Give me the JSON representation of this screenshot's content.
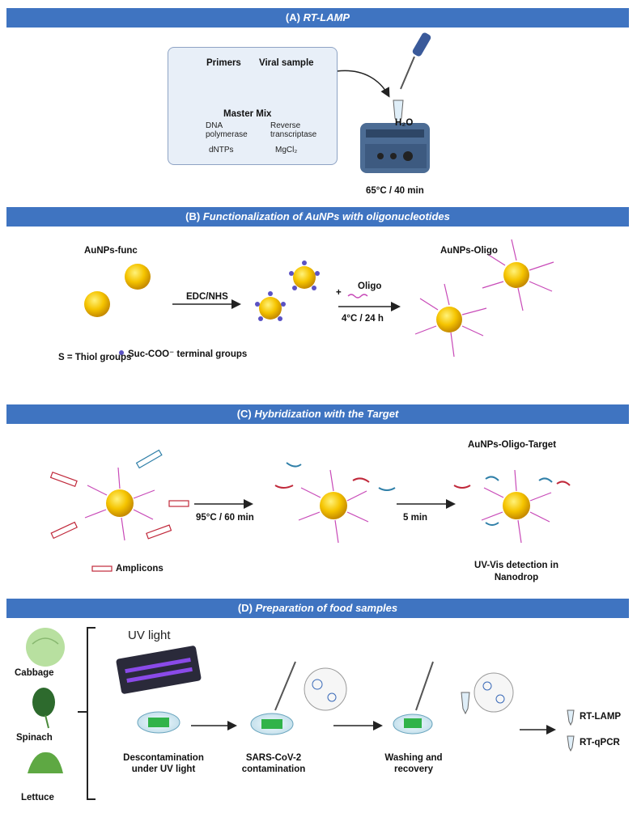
{
  "section_a": {
    "prefix": "(A) ",
    "title": "RT-LAMP"
  },
  "box": {
    "primers": "Primers",
    "viral_sample": "Viral sample",
    "master_mix": "Master Mix",
    "dna_polymerase": "DNA polymerase",
    "reverse_transcriptase": "Reverse transcriptase",
    "dntps": "dNTPs",
    "mgcl2": "MgCl₂"
  },
  "h2o": "H₂O",
  "incubation": "65°C / 40 min",
  "section_b": {
    "prefix": "(B) ",
    "title": "Functionalization of AuNPs with oligonucleotides"
  },
  "b": {
    "aunps_func": "AuNPs-func",
    "edc_nhs": "EDC/NHS",
    "thiol": "S = Thiol groups",
    "suc_coo": "Suc-COO⁻ terminal groups",
    "oligo": "Oligo",
    "plus": "+",
    "cond": "4°C / 24 h",
    "aunps_oligo": "AuNPs-Oligo"
  },
  "section_c": {
    "prefix": "(C) ",
    "title": "Hybridization with the Target"
  },
  "c": {
    "target_label": "AuNPs-Oligo-Target",
    "step1": "95°C / 60 min",
    "step2": "5 min",
    "amplicons": "Amplicons",
    "uvvis": "UV-Vis detection in Nanodrop"
  },
  "section_d": {
    "prefix": "(D) ",
    "title": "Preparation of food samples"
  },
  "d": {
    "cabbage": "Cabbage",
    "spinach": "Spinach",
    "lettuce": "Lettuce",
    "uv_light": "UV light",
    "descont": "Descontamination under UV light",
    "sars": "SARS-CoV-2 contamination",
    "washing": "Washing and recovery",
    "rt_lamp": "RT-LAMP",
    "rt_qpcr": "RT-qPCR"
  }
}
